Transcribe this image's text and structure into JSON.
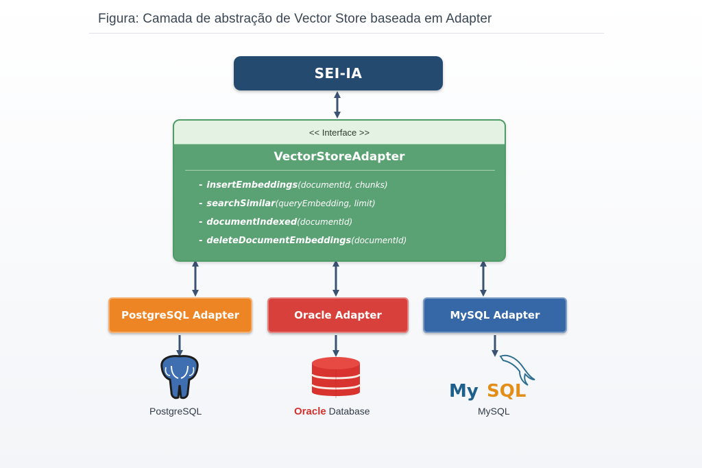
{
  "caption": "Figura: Camada de abstração de Vector Store baseada em Adapter",
  "top_system": {
    "label": "SEI-IA",
    "color": "#244a70"
  },
  "interface": {
    "stereotype": "<< Interface >>",
    "name": "VectorStoreAdapter",
    "color": "#5aa273",
    "methods": [
      {
        "dash": "-",
        "name": "insertEmbeddings",
        "args": "(documentId, chunks)"
      },
      {
        "dash": "-",
        "name": "searchSimilar",
        "args": "(queryEmbedding, limit)"
      },
      {
        "dash": "-",
        "name": "documentIndexed",
        "args": "(documentId)"
      },
      {
        "dash": "-",
        "name": "deleteDocumentEmbeddings",
        "args": "(documentId)"
      }
    ]
  },
  "adapters": [
    {
      "label": "PostgreSQL Adapter",
      "color": "#ee8525"
    },
    {
      "label": "Oracle Adapter",
      "color": "#d8403c"
    },
    {
      "label": "MySQL Adapter",
      "color": "#3668a8"
    }
  ],
  "databases": [
    {
      "label": "PostgreSQL",
      "icon": "postgresql-elephant-icon"
    },
    {
      "label_brand": "Oracle",
      "label_rest": "Database",
      "icon": "database-cylinder-icon"
    },
    {
      "label": "MySQL",
      "logo_text_a": "My",
      "logo_text_b": "SQL",
      "icon": "mysql-dolphin-icon"
    }
  ],
  "connector_color": "#3b5373"
}
